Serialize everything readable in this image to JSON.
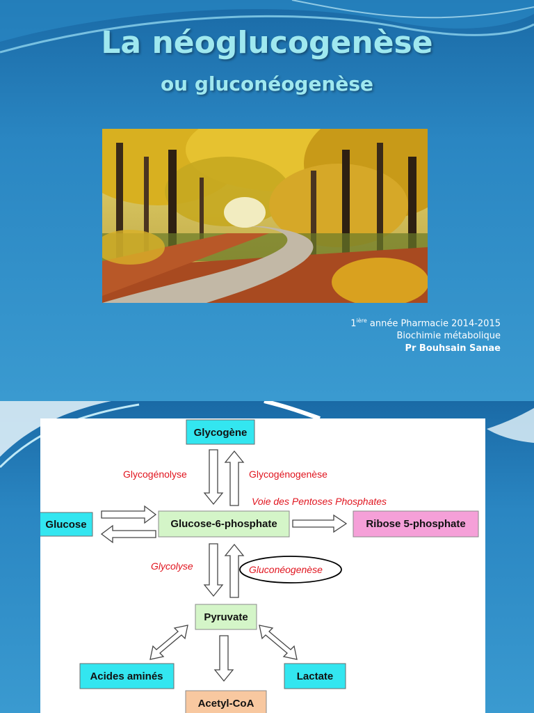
{
  "slide1": {
    "title": "La néoglucogenèse",
    "subtitle": "ou gluconéogenèse",
    "photo": "autumn forest road",
    "credits": {
      "year_number": "1",
      "year_sup": "ière",
      "year_rest": " année Pharmacie 2014-2015",
      "course": "Biochimie métabolique",
      "author": "Pr Bouhsain Sanae"
    }
  },
  "diagram": {
    "boxes": {
      "glycogene": "Glycogène",
      "glucose": "Glucose",
      "g6p": "Glucose-6-phosphate",
      "ribose": "Ribose 5-phosphate",
      "pyruvate": "Pyruvate",
      "acides": "Acides aminés",
      "lactate": "Lactate",
      "acetyl": "Acetyl-CoA"
    },
    "labels": {
      "glycogenolyse": "Glycogénolyse",
      "glycogenogenese": "Glycogénogenèse",
      "pentoses": "Voie des Pentoses Phosphates",
      "glycolyse": "Glycolyse",
      "gluconeogenese": "Gluconéogenèse"
    },
    "colors": {
      "cyan": "#33e6f0",
      "green": "#d4f5c8",
      "pink": "#f5a0d8",
      "orange": "#f8c8a0",
      "red": "#e0141e"
    }
  }
}
